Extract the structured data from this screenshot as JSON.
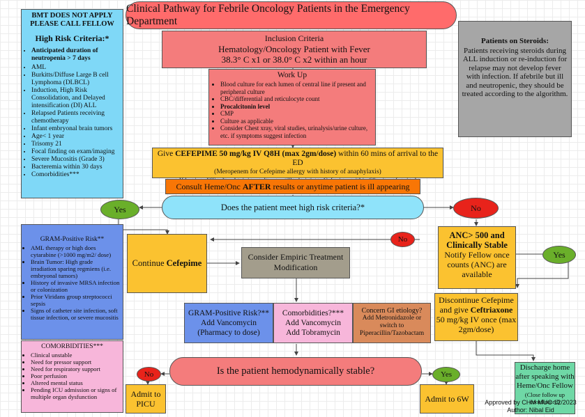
{
  "colors": {
    "title_fill": "#ff6b6b",
    "salmon": "#f47c7c",
    "light_blue": "#7fd8f7",
    "grey": "#a6a6a6",
    "orange_box": "#fbc230",
    "orange_bar": "#f87606",
    "pill_blue": "#8fe3fa",
    "green": "#6aaf2a",
    "red": "#e8231b",
    "blue_box": "#6c91ea",
    "pink_box": "#f7b6da",
    "brown_box": "#d98a5b",
    "mint": "#6fd8a6",
    "taupe": "#a39d8c"
  },
  "title": "Clinical Pathway for Febrile Oncology Patients in the Emergency Department",
  "bmt": {
    "heading": "BMT DOES NOT APPLY PLEASE CALL FELLOW",
    "subheading": "High Risk Criteria:*",
    "items": [
      "Anticipated duration of neutropenia > 7 days",
      "AML",
      "Burkitts/Diffuse Large B cell Lymphoma (DLBCL)",
      "Induction, High Risk Consolidation, and Delayed intensification (DI) ALL",
      "Relapsed Patients receiving chemotherapy",
      "Infant embryonal brain tumors",
      "Age< 1 year",
      "Trisomy 21",
      "Focal finding on exam/imaging",
      "Severe Mucositis (Grade 3)",
      "Bacteremia within 30 days",
      "Comorbidities***"
    ]
  },
  "inclusion": {
    "heading": "Inclusion Criteria",
    "line1": "Hematology/Oncology Patient with Fever",
    "line2": "38.3° C x1 or 38.0° C x2 within an hour"
  },
  "workup": {
    "heading": "Work Up",
    "items": [
      "Blood culture for each lumen of central line if present and peripheral culture",
      "CBC/differential and reticulocyte count",
      "Procalcitonin level",
      "CMP",
      "Culture as applicable",
      "Consider Chest xray, viral studies, urinalysis/urine culture, etc. if symptoms suggest infection"
    ]
  },
  "steroids": {
    "heading": "Patients on Steroids:",
    "body": "Patients receiving steroids during ALL induction or re-induction for relapse may not develop fever with infection. If afebrile but ill and neutropenic, they should be treated according to the algorithm."
  },
  "cefepime": {
    "pre": "Give ",
    "bold": "CEFEPIME 50 mg/kg IV Q8H (max 2gm/dose)",
    "post": " within 60 mins of arrival to the ED",
    "line2": "(Meropenem for Cefepime allergy with history of anaphylaxis)",
    "line3": "If having difficulty obtaining cultures, still administer Cefepime within 60 mins of arrival"
  },
  "consult": {
    "pre": "Consult Heme/Onc ",
    "bold": "AFTER",
    "post": " results or anytime patient is ill appearing"
  },
  "high_risk_q": "Does the patient meet high risk criteria?*",
  "yes": "Yes",
  "no": "No",
  "gram": {
    "heading": "GRAM-Positive Risk**",
    "items": [
      "AML therapy or high does cytarabine (>1000 mg/m2/ dose)",
      "Brain Tumor: High grade irradiation sparing regmiens (i.e. embryonal tumors)",
      "History of invasive MRSA infection or colonization",
      "Prior Viridans group streptococci sepsis",
      "Signs of catheter site infection, soft tissue infection, or severe mucositis"
    ]
  },
  "comorbid": {
    "heading": "COMORBIDITIES***",
    "items": [
      "Clinical unstable",
      "Need for pressor support",
      "Need for respiratory support",
      "Poor perfusion",
      "Altered mental status",
      "Pending ICU admission or signs of multiple organ dysfunction"
    ]
  },
  "continue_cef": {
    "pre": "Continue ",
    "bold": "Cefepime"
  },
  "empiric": "Consider Empiric Treatment Modification",
  "anc": {
    "bold1": "ANC> 500 and",
    "bold2": "Clinically Stable",
    "rest": "Notify Fellow once counts (ANC) are available"
  },
  "discontinue": {
    "pre": "Discontinue Cefepime and give ",
    "bold": "Ceftriaxone",
    "post": " 50 mg/kg IV once (max 2gm/dose)"
  },
  "gram_add": {
    "l1": "GRAM-Positive Risk?**",
    "l2": "Add Vancomycin",
    "l3": "(Pharmacy to dose)"
  },
  "comorb_add": {
    "l1": "Comorbidities?***",
    "l2": "Add Vancomycin",
    "l3": "Add Tobramycin"
  },
  "gi_add": {
    "l1": "Concern GI etiology?",
    "l2": "Add Metronidazole or switch to Piperacillin/Tazobactam"
  },
  "discharge": {
    "main": "Discharge home after speaking with Heme/Onc Fellow",
    "sub": "(Close follow up coordinated)"
  },
  "stable_q": "Is the patient hemodynamically stable?",
  "picu": "Admit to PICU",
  "sixw": "Admit to 6W",
  "footer": {
    "line1": "Approved by CHM MUC 12/2023",
    "line2": "Author: Nibal Eid"
  }
}
